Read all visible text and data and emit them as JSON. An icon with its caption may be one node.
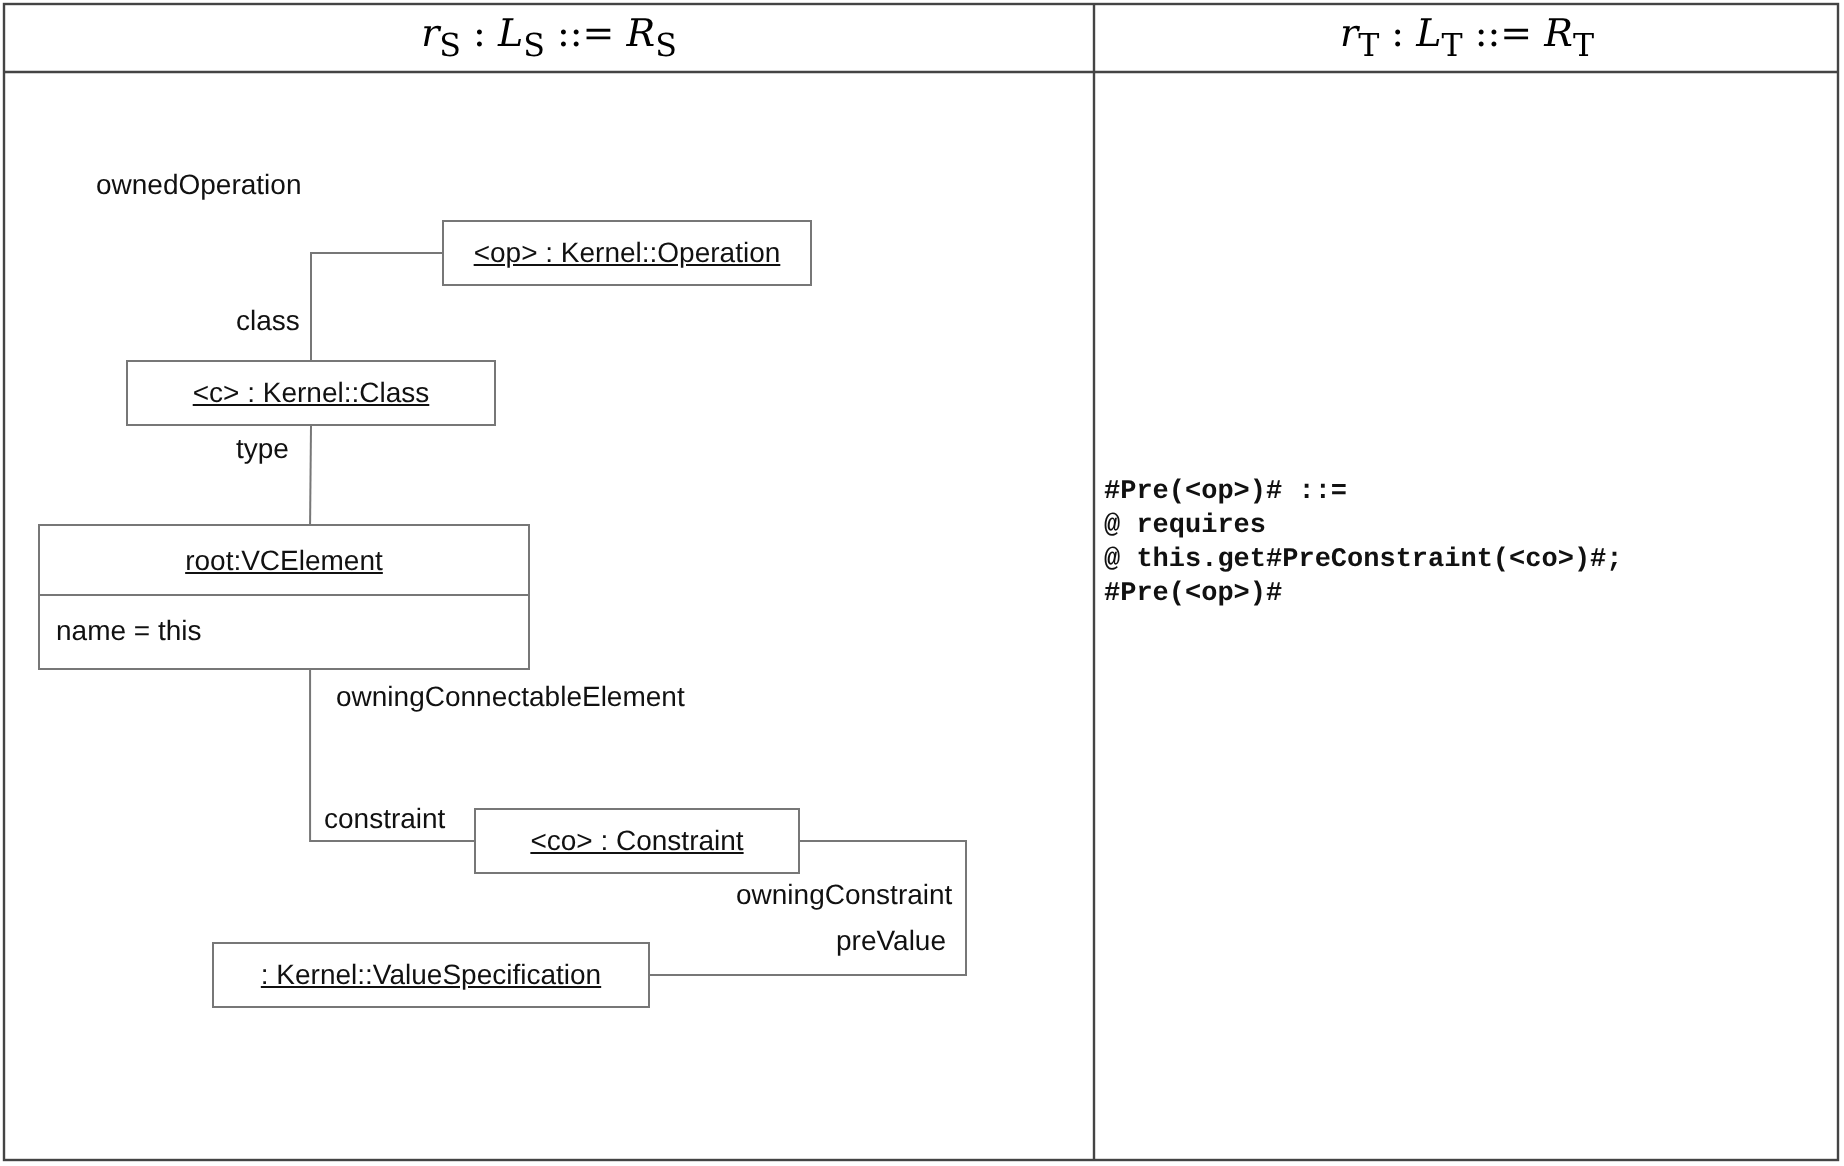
{
  "diagram": {
    "nodes": [
      {
        "text": [
          "<op> : Kernel::Operation"
        ]
      },
      {
        "text": [
          "<c> : Kernel::Class"
        ]
      },
      {
        "text": [
          "root:VCElement",
          "name = this"
        ]
      },
      {
        "text": [
          "<co> : Constraint"
        ]
      },
      {
        "text": [
          ": Kernel::ValueSpecification"
        ]
      }
    ],
    "edges": [
      {
        "from": 0,
        "to": 1,
        "arrow": "none"
      },
      {
        "from": 1,
        "to": 2,
        "arrow": "none"
      },
      {
        "from": 2,
        "to": 3,
        "arrow": "none"
      },
      {
        "from": 3,
        "to": 4,
        "arrow": "none"
      }
    ],
    "labels": [
      "*r*$_{S}$ : *L*$_{S}$ ::= *R*$_{S}$",
      "*r*$_{T}$ : *L*$_{T}$ ::= *R*$_{T}$",
      "ownedOperation",
      "class",
      "type",
      "owningConnectableElement",
      "constraint",
      "owningConstraint",
      "preValue",
      "#Pre(<op>)# ::=",
      "@ requires",
      "@ this.get#PreConstraint(<co>)#;",
      "#Pre(<op>)#"
    ]
  }
}
